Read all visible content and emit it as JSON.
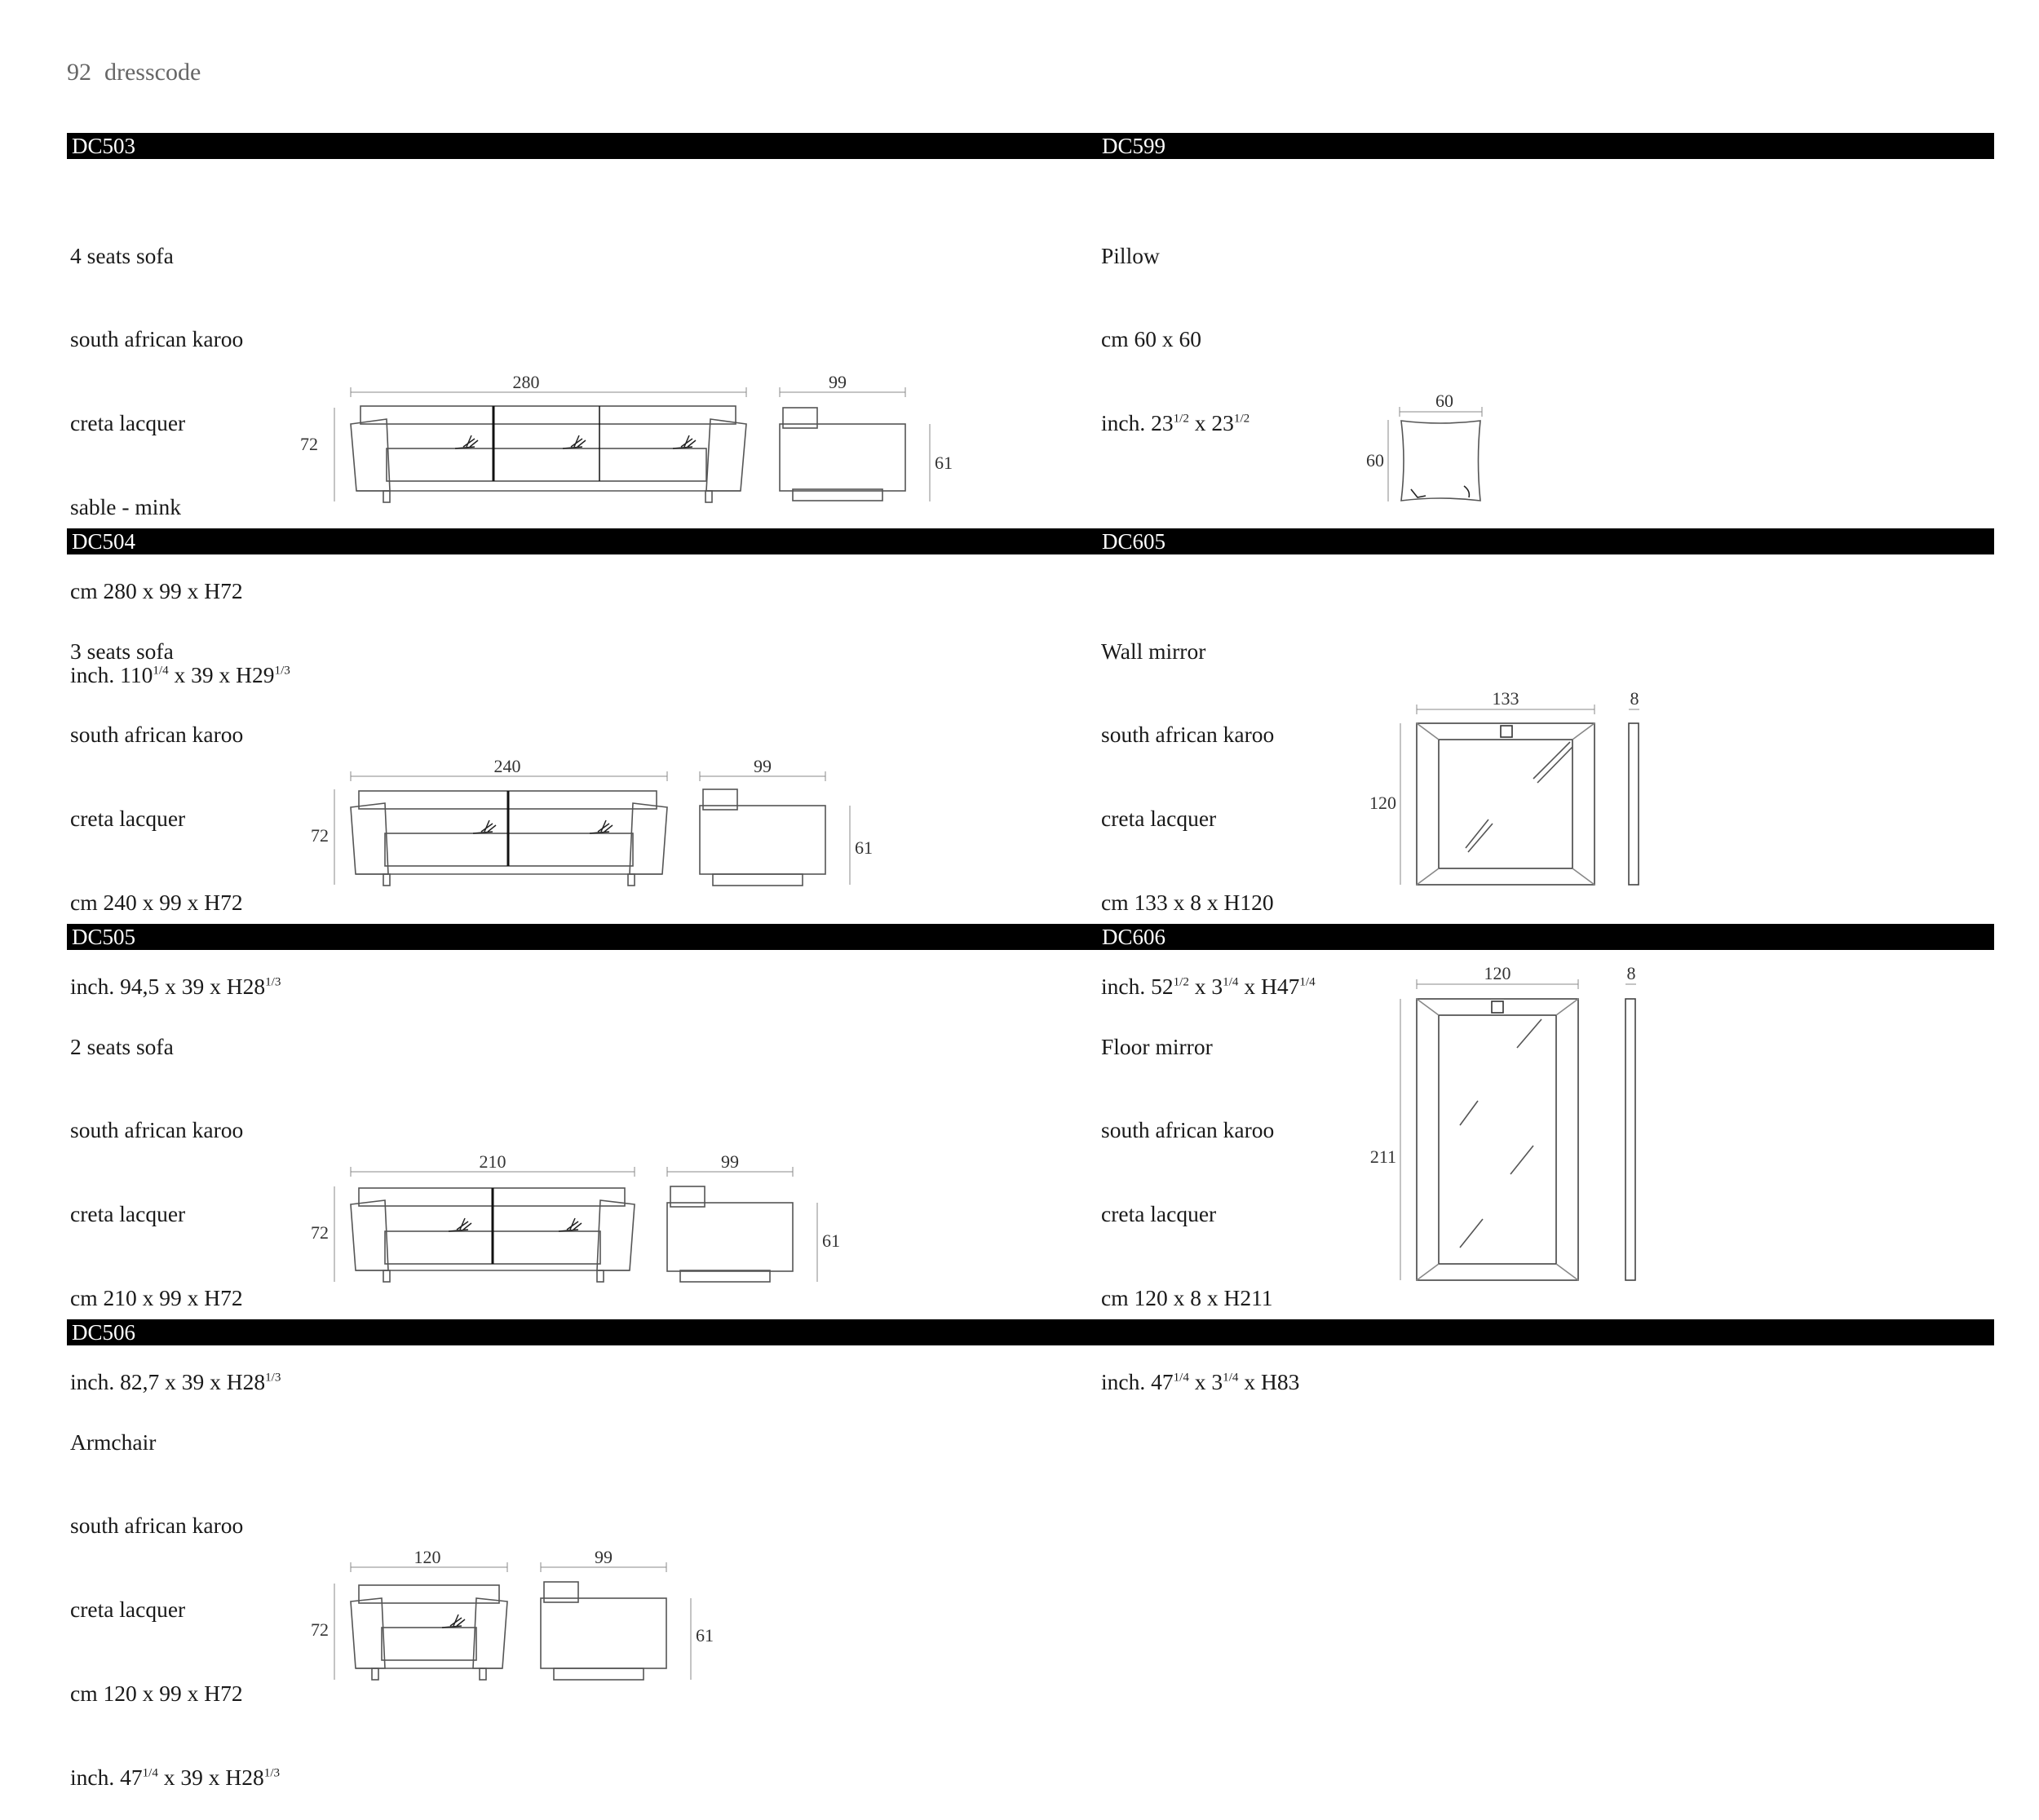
{
  "page": {
    "number": "92",
    "brand": "dresscode"
  },
  "products": {
    "dc503": {
      "code": "DC503",
      "lines": [
        "4 seats sofa",
        "south african karoo",
        "creta lacquer",
        "sable - mink",
        "cm 280 x 99 x H72"
      ],
      "inch": {
        "a": "inch. 110",
        "a_sup": "1/4",
        "b": " x 39 x H29",
        "b_sup": "1/3"
      },
      "dims": {
        "width": "280",
        "depth": "99",
        "height": "72",
        "seat": "61"
      }
    },
    "dc504": {
      "code": "DC504",
      "lines": [
        "3 seats sofa",
        "south african karoo",
        "creta lacquer",
        "cm 240 x 99 x H72"
      ],
      "inch": {
        "a": "inch. 94,5 x 39 x H28",
        "a_sup": "1/3"
      },
      "dims": {
        "width": "240",
        "depth": "99",
        "height": "72",
        "seat": "61"
      }
    },
    "dc505": {
      "code": "DC505",
      "lines": [
        "2 seats sofa",
        "south african karoo",
        "creta lacquer",
        "cm 210 x 99 x H72"
      ],
      "inch": {
        "a": "inch. 82,7 x 39 x H28",
        "a_sup": "1/3"
      },
      "dims": {
        "width": "210",
        "depth": "99",
        "height": "72",
        "seat": "61"
      }
    },
    "dc506": {
      "code": "DC506",
      "lines": [
        "Armchair",
        "south african karoo",
        "creta lacquer",
        "cm 120 x 99 x H72"
      ],
      "inch": {
        "a": "inch. 47",
        "a_sup": "1/4",
        "b": " x 39 x H28",
        "b_sup": "1/3"
      },
      "dims": {
        "width": "120",
        "depth": "99",
        "height": "72",
        "seat": "61"
      }
    },
    "dc599": {
      "code": "DC599",
      "lines": [
        "Pillow",
        "cm 60 x 60"
      ],
      "inch": {
        "a": "inch. 23",
        "a_sup": "1/2",
        "b": " x 23",
        "b_sup": "1/2"
      },
      "dims": {
        "width": "60",
        "height": "60"
      }
    },
    "dc605": {
      "code": "DC605",
      "lines": [
        "Wall mirror",
        "south african karoo",
        "creta lacquer",
        "cm 133 x 8 x H120"
      ],
      "inch": {
        "a": "inch. 52",
        "a_sup": "1/2",
        "b": " x 3",
        "b_sup": "1/4",
        "c": " x H47",
        "c_sup": "1/4"
      },
      "dims": {
        "width": "133",
        "depth": "8",
        "height": "120"
      }
    },
    "dc606": {
      "code": "DC606",
      "lines": [
        "Floor mirror",
        "south african karoo",
        "creta lacquer",
        "cm 120 x 8 x H211"
      ],
      "inch": {
        "a": "inch. 47",
        "a_sup": "1/4",
        "b": " x 3",
        "b_sup": "1/4",
        "c": " x H83"
      },
      "dims": {
        "width": "120",
        "depth": "8",
        "height": "211"
      }
    }
  }
}
